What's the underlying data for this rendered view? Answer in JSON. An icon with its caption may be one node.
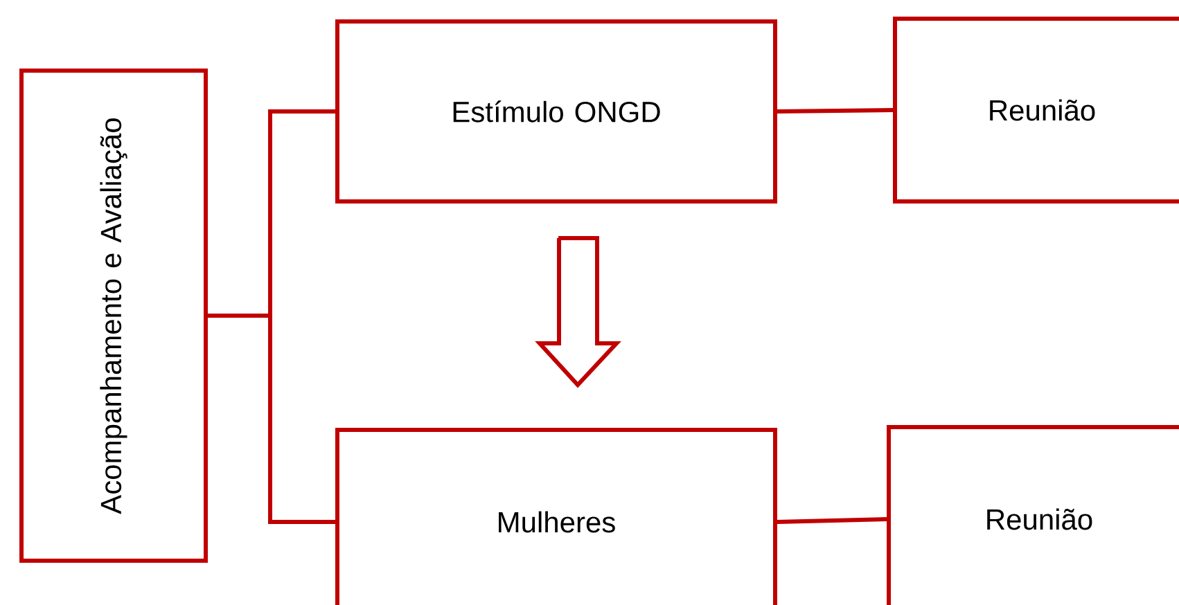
{
  "diagram": {
    "nodes": [
      {
        "text": [
          "Acompanhamento e Avaliação"
        ]
      },
      {
        "text": [
          "Estímulo ONGD"
        ]
      },
      {
        "text": [
          "Reunião"
        ]
      },
      {
        "text": [
          "Mulheres"
        ]
      },
      {
        "text": [
          "Reunião"
        ]
      }
    ],
    "edges": [
      {
        "from": 0,
        "to": 1,
        "arrow": "none"
      },
      {
        "from": 0,
        "to": 3,
        "arrow": "none"
      },
      {
        "from": 1,
        "to": 2,
        "arrow": "none"
      },
      {
        "from": 3,
        "to": 4,
        "arrow": "none"
      },
      {
        "from": 1,
        "to": 3,
        "arrow": "to",
        "style": "thick"
      }
    ]
  }
}
